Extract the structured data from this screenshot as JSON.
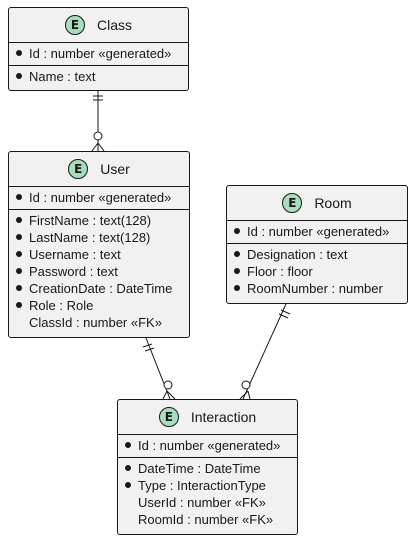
{
  "entity_badge": "E",
  "entities": {
    "class": {
      "name": "Class",
      "keys": [
        {
          "text": "Id : number «generated»",
          "bullet": true
        }
      ],
      "fields": [
        {
          "text": "Name : text",
          "bullet": true
        }
      ]
    },
    "user": {
      "name": "User",
      "keys": [
        {
          "text": "Id : number «generated»",
          "bullet": true
        }
      ],
      "fields": [
        {
          "text": "FirstName : text(128)",
          "bullet": true
        },
        {
          "text": "LastName : text(128)",
          "bullet": true
        },
        {
          "text": "Username : text",
          "bullet": true
        },
        {
          "text": "Password : text",
          "bullet": true
        },
        {
          "text": "CreationDate : DateTime",
          "bullet": true
        },
        {
          "text": "Role : Role",
          "bullet": true
        },
        {
          "text": "ClassId : number «FK»",
          "bullet": false
        }
      ]
    },
    "room": {
      "name": "Room",
      "keys": [
        {
          "text": "Id : number «generated»",
          "bullet": true
        }
      ],
      "fields": [
        {
          "text": "Designation : text",
          "bullet": true
        },
        {
          "text": "Floor : floor",
          "bullet": true
        },
        {
          "text": "RoomNumber : number",
          "bullet": true
        }
      ]
    },
    "interaction": {
      "name": "Interaction",
      "keys": [
        {
          "text": "Id : number «generated»",
          "bullet": true
        }
      ],
      "fields": [
        {
          "text": "DateTime : DateTime",
          "bullet": true
        },
        {
          "text": "Type : InteractionType",
          "bullet": true
        },
        {
          "text": "UserId : number «FK»",
          "bullet": false
        },
        {
          "text": "RoomId : number «FK»",
          "bullet": false
        }
      ]
    }
  },
  "relationships": [
    {
      "from": "class",
      "to": "user",
      "from_end": "exactly-one",
      "to_end": "zero-or-many"
    },
    {
      "from": "user",
      "to": "interaction",
      "from_end": "exactly-one",
      "to_end": "zero-or-many"
    },
    {
      "from": "room",
      "to": "interaction",
      "from_end": "exactly-one",
      "to_end": "zero-or-many"
    }
  ],
  "colors": {
    "entity_fill": "#f1f1f1",
    "badge_fill": "#a9dcbd",
    "line": "#181818"
  }
}
